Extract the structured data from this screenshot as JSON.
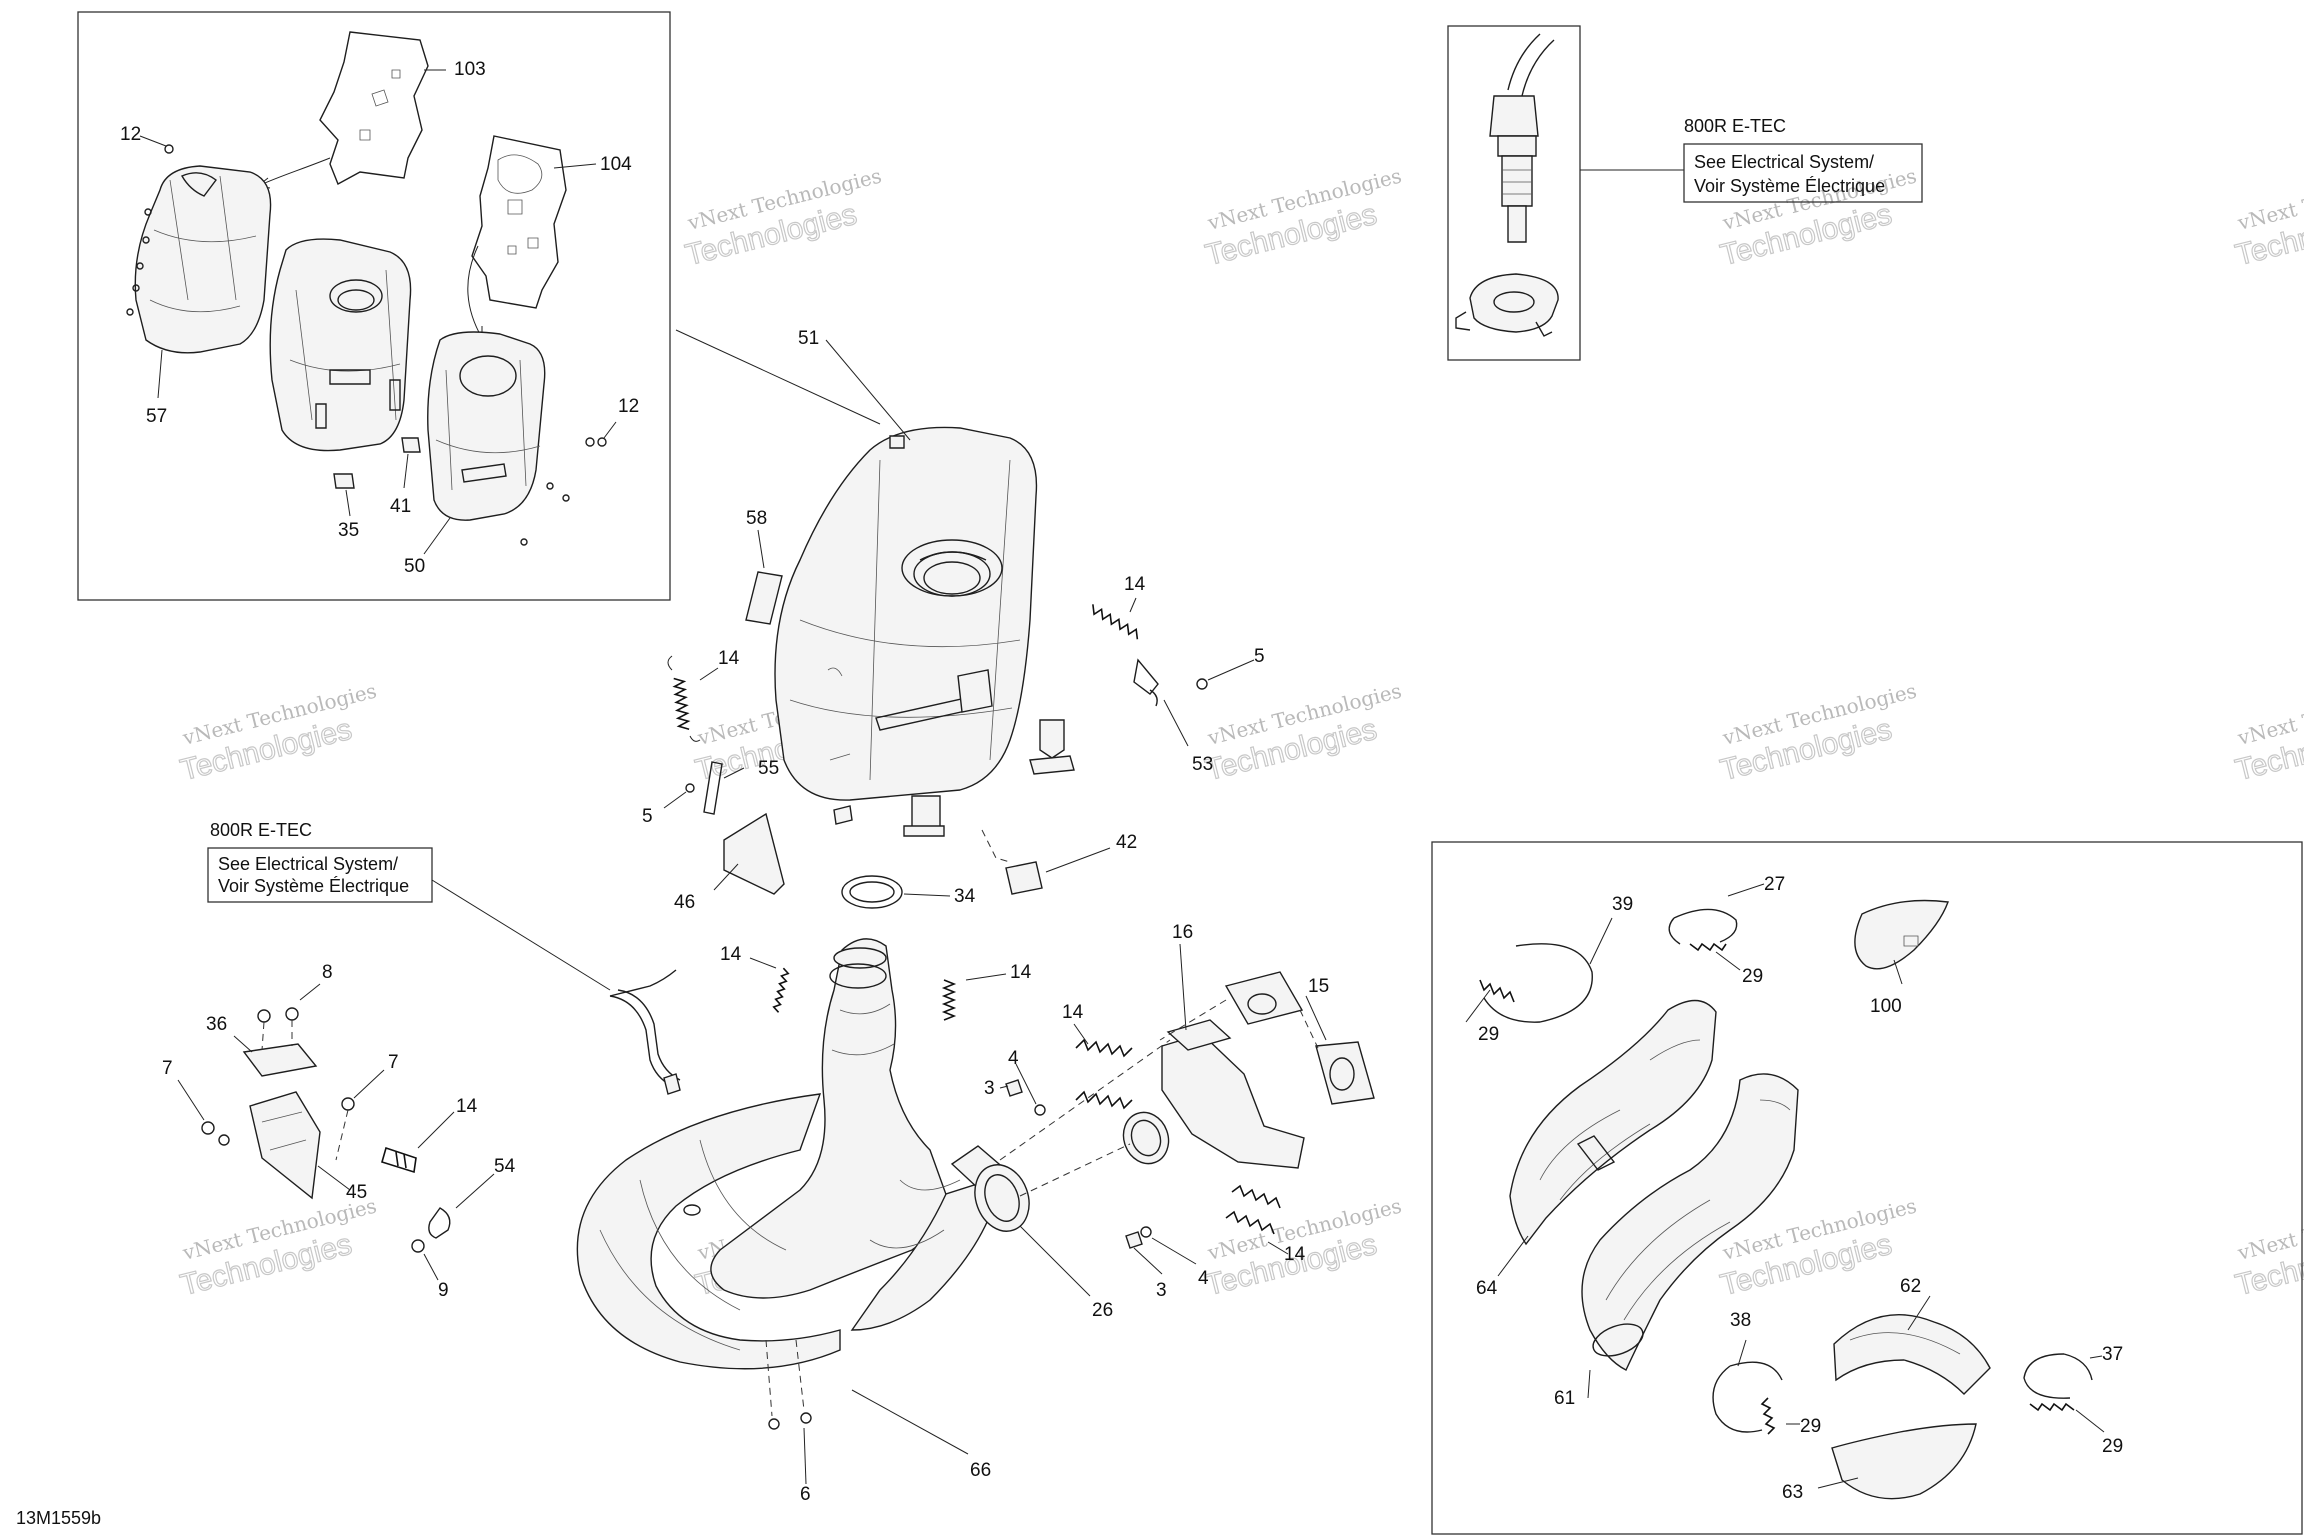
{
  "diagram_code": "13M1559b",
  "watermark": {
    "line1": "vNext Technologies",
    "line2": "Technologies"
  },
  "note_box_1": {
    "model": "800R E-TEC",
    "text_line1": "See Electrical System/",
    "text_line2": "Voir Système Électrique"
  },
  "note_box_2": {
    "model": "800R E-TEC",
    "text_line1": "See Electrical System/",
    "text_line2": "Voir Système Électrique"
  },
  "callouts": {
    "c103": "103",
    "c104": "104",
    "c12a": "12",
    "c12b": "12",
    "c57": "57",
    "c35": "35",
    "c41": "41",
    "c50": "50",
    "c51": "51",
    "c58": "58",
    "c14a": "14",
    "c14b": "14",
    "c14c": "14",
    "c14d": "14",
    "c14e": "14",
    "c14f": "14",
    "c14g": "14",
    "c5a": "5",
    "c5b": "5",
    "c53": "53",
    "c55": "55",
    "c46": "46",
    "c34": "34",
    "c42": "42",
    "c16": "16",
    "c15": "15",
    "c8": "8",
    "c36": "36",
    "c7a": "7",
    "c7b": "7",
    "c45": "45",
    "c54": "54",
    "c9": "9",
    "c4a": "4",
    "c3a": "3",
    "c3b": "3",
    "c4b": "4",
    "c26": "26",
    "c66": "66",
    "c6": "6",
    "c39": "39",
    "c27": "27",
    "c29a": "29",
    "c29b": "29",
    "c29c": "29",
    "c29d": "29",
    "c100": "100",
    "c64": "64",
    "c62": "62",
    "c38": "38",
    "c37": "37",
    "c61": "61",
    "c63": "63"
  }
}
